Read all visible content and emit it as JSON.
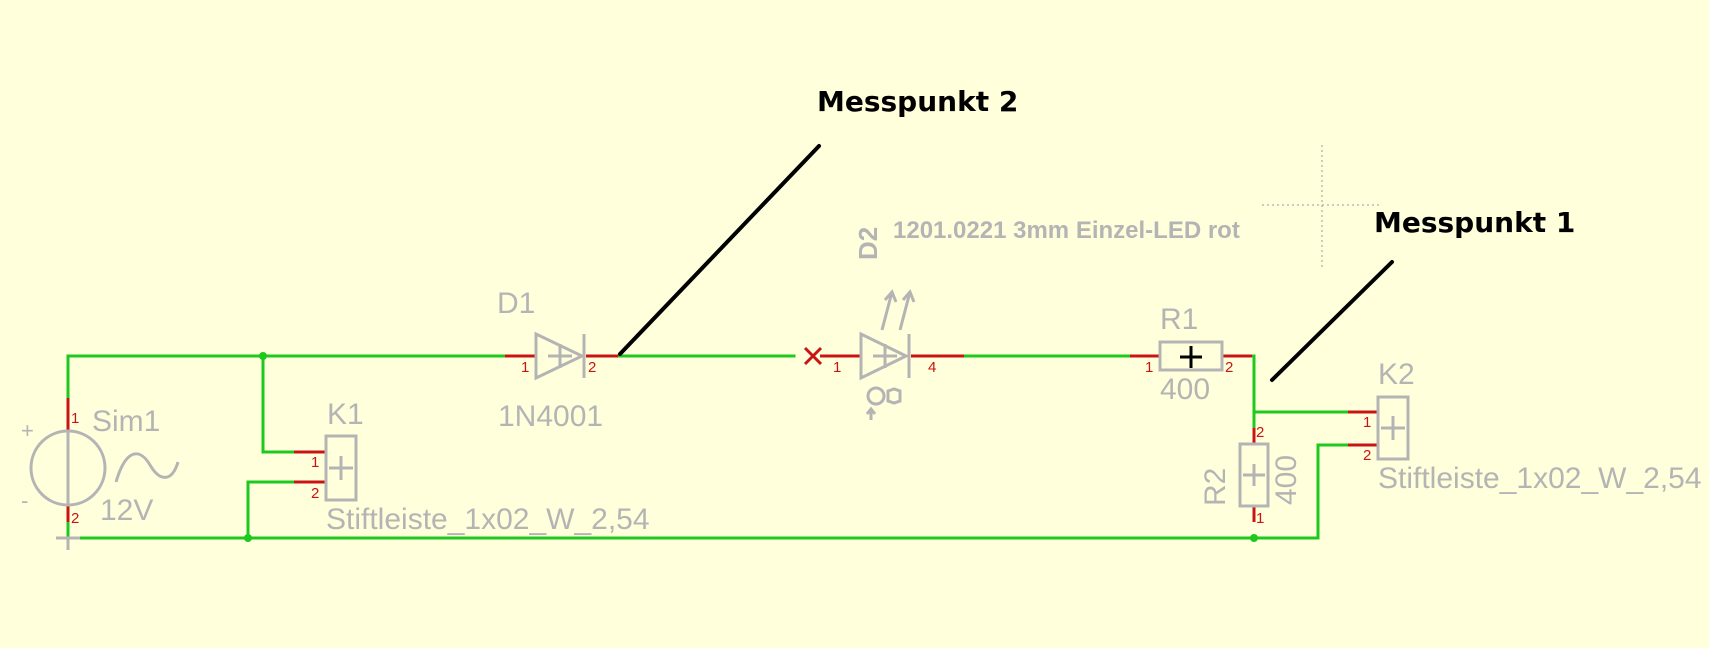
{
  "colors": {
    "background": "#ffffdc",
    "wire": "#1ec81e",
    "pin": "#c81414",
    "symbol": "#b4b4b4",
    "annotation": "#000000"
  },
  "components": {
    "sim1": {
      "name": "Sim1",
      "value": "12V",
      "plus": "+",
      "minus": "-",
      "pin1": "1",
      "pin2": "2"
    },
    "k1": {
      "name": "K1",
      "value": "Stiftleiste_1x02_W_2,54",
      "pin1": "1",
      "pin2": "2"
    },
    "d1": {
      "name": "D1",
      "value": "1N4001",
      "pin1": "1",
      "pin2": "2"
    },
    "d2": {
      "name": "D2",
      "value": "1201.0221 3mm Einzel-LED rot",
      "pin1": "1",
      "pin2": "4"
    },
    "r1": {
      "name": "R1",
      "value": "400",
      "pin1": "1",
      "pin2": "2"
    },
    "r2": {
      "name": "R2",
      "value": "400",
      "pin1": "1",
      "pin2": "2"
    },
    "k2": {
      "name": "K2",
      "value": "Stiftleiste_1x02_W_2,54",
      "pin1": "1",
      "pin2": "2"
    }
  },
  "annotations": {
    "messpunkt_1": "Messpunkt 1",
    "messpunkt_2": "Messpunkt 2"
  }
}
